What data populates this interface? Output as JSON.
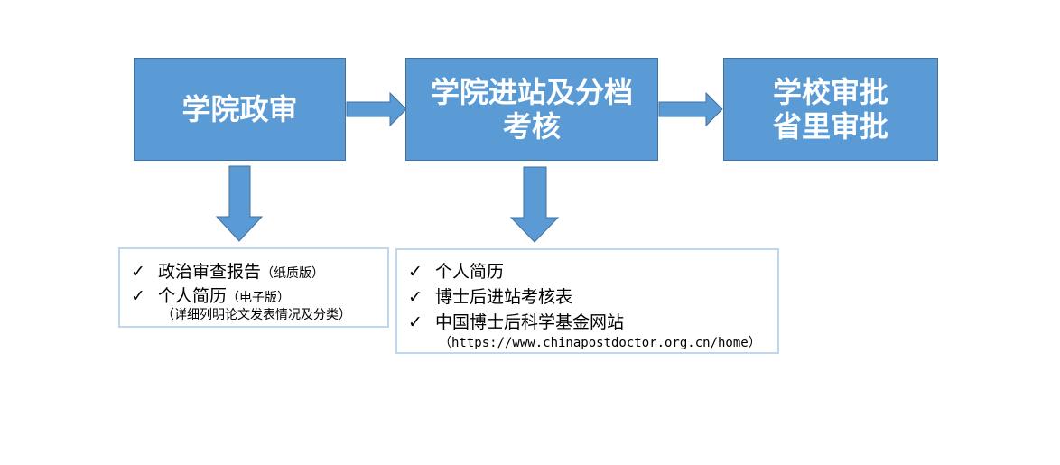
{
  "steps": [
    {
      "lines": [
        "学院政审"
      ]
    },
    {
      "lines": [
        "学院进站及分档",
        "考核"
      ]
    },
    {
      "lines": [
        "学校审批",
        "省里审批"
      ]
    }
  ],
  "check_mark": "✓",
  "notes": [
    {
      "items": [
        {
          "text": "政治审查报告",
          "note": "（纸质版）"
        },
        {
          "text": "个人简历",
          "note": "（电子版）"
        }
      ],
      "sub_note": "（详细列明论文发表情况及分类）"
    },
    {
      "items": [
        {
          "text": "个人简历"
        },
        {
          "text": "博士后进站考核表"
        },
        {
          "text": "中国博士后科学基金网站"
        }
      ],
      "url": "（https://www.chinapostdoctor.org.cn/home）"
    }
  ],
  "colors": {
    "box_fill": "#5b9bd5",
    "box_border": "#41719c",
    "note_border": "#bdd7ee",
    "arrow_fill": "#5b9bd5"
  }
}
